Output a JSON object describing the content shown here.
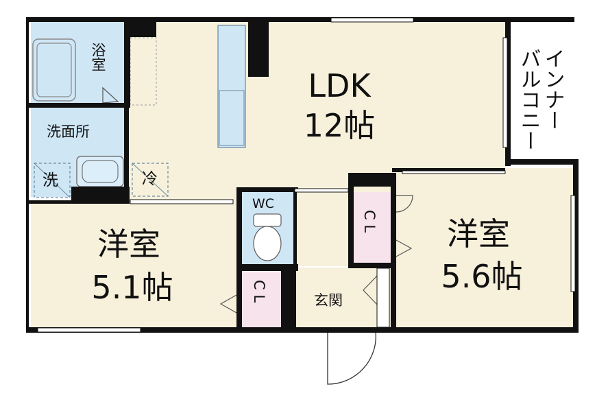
{
  "plan": {
    "colors": {
      "wall": "#111111",
      "floor": "#f7f1dc",
      "wet_area": "#cfe6f5",
      "closet": "#f7e3ec",
      "balcony": "#ffffff"
    },
    "rooms": {
      "ldk": {
        "name": "LDK",
        "size": "12帖"
      },
      "west": {
        "name": "洋室",
        "size": "5.1帖"
      },
      "east": {
        "name": "洋室",
        "size": "5.6帖"
      },
      "bath": {
        "name": "浴室"
      },
      "wash": {
        "name": "洗面所"
      },
      "washer": {
        "name": "洗"
      },
      "fridge": {
        "name": "冷"
      },
      "wc": {
        "name": "WC"
      },
      "cl1": {
        "name": "C L"
      },
      "cl2": {
        "name": "C L"
      },
      "entry": {
        "name": "玄関"
      },
      "balcony": {
        "line1": "インナー",
        "line2": "バルコニー"
      }
    }
  }
}
